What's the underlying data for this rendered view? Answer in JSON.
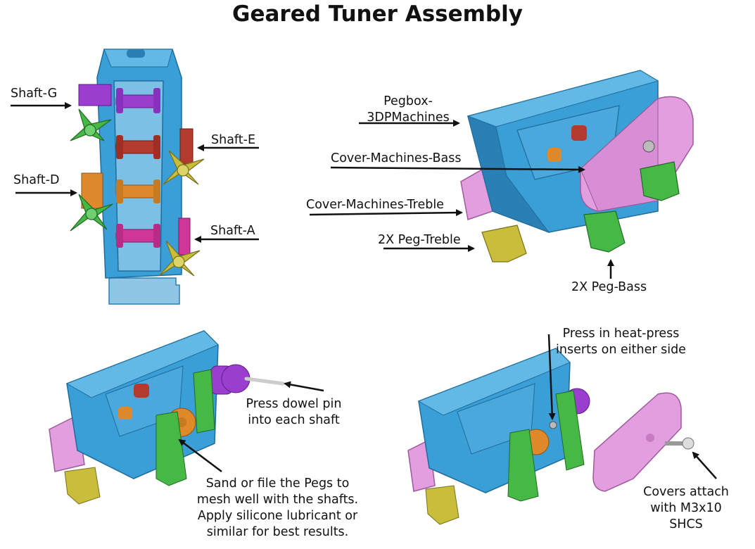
{
  "title": "Geared Tuner Assembly",
  "colors": {
    "body": "#3a9fd6",
    "body_dark": "#2a7fb5",
    "body_light": "#62b9e6",
    "cover": "#e39ee0",
    "cover_dark": "#c67bc4",
    "peg_green": "#45b845",
    "peg_yellow": "#c9bd3c",
    "shaft_purple": "#9b3ed0",
    "shaft_red": "#b33a2e",
    "shaft_orange": "#de8a2c",
    "shaft_magenta": "#d0359a",
    "gear_orange": "#e0892a",
    "arrow": "#111111"
  },
  "panel1": {
    "labels": [
      "Shaft-G",
      "Shaft-E",
      "Shaft-D",
      "Shaft-A"
    ]
  },
  "panel2": {
    "pegbox": [
      "Pegbox-",
      "3DPMachines"
    ],
    "cover_bass": "Cover-Machines-Bass",
    "cover_treble": "Cover-Machines-Treble",
    "peg_treble": "2X Peg-Treble",
    "peg_bass": "2X Peg-Bass"
  },
  "panel3": {
    "dowel": [
      "Press dowel pin",
      "into each shaft"
    ],
    "sand": [
      "Sand or file the Pegs to",
      "mesh well with the shafts.",
      "Apply silicone lubricant or",
      "similar for best results."
    ]
  },
  "panel4": {
    "inserts": [
      "Press in heat-press",
      "inserts on either side"
    ],
    "covers": [
      "Covers attach",
      "with M3x10",
      "SHCS"
    ]
  }
}
